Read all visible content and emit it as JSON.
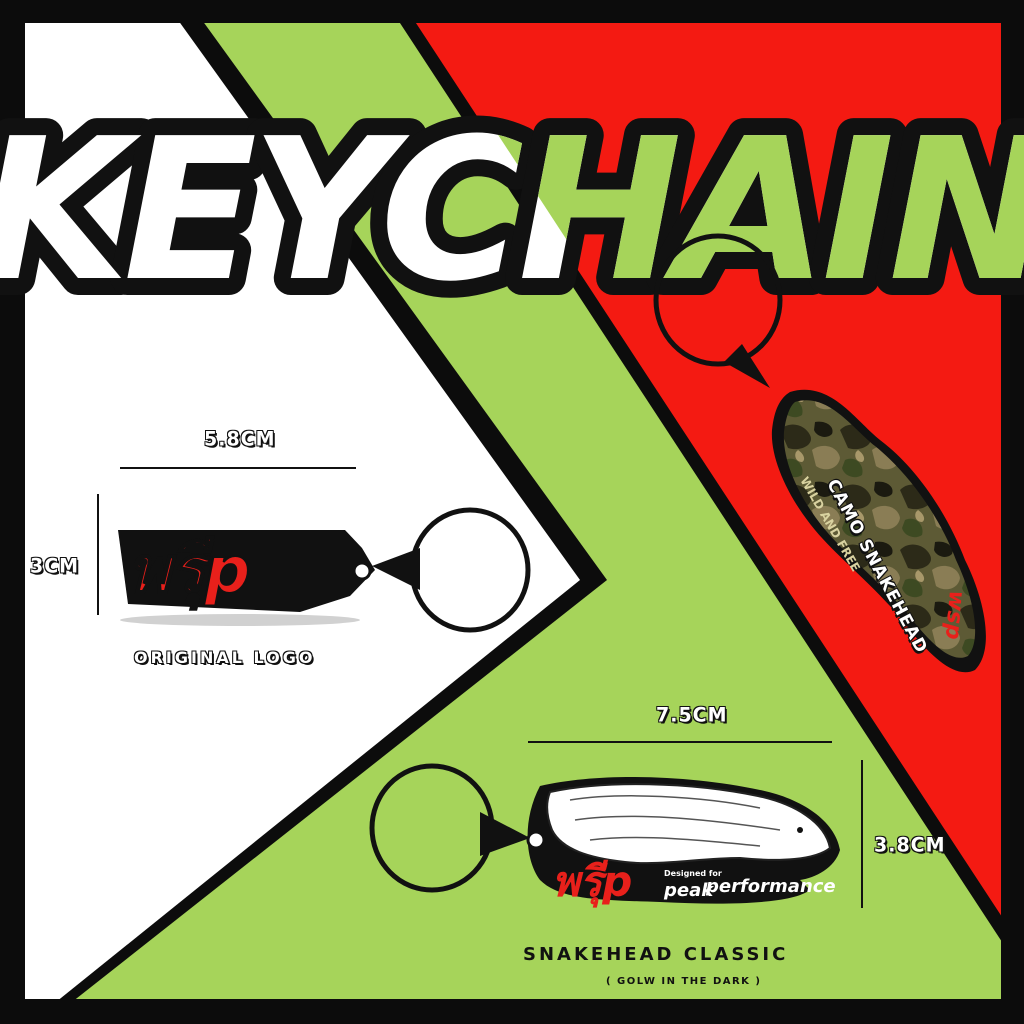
{
  "header": {
    "title": "KEYCHAIN"
  },
  "colors": {
    "white": "#ffffff",
    "green": "#a6d45a",
    "red": "#f41a12",
    "border": "#0c0c0c",
    "logo_red": "#e8201b"
  },
  "original": {
    "width_label": "5.8CM",
    "height_label": "3CM",
    "logo_text": "พรีุ่p",
    "caption": "ORIGINAL LOGO"
  },
  "camo": {
    "caption": "CAMO SNAKEHEAD",
    "side_text": "WILD AND FREE",
    "brand": "wsp"
  },
  "classic": {
    "width_label": "7.5CM",
    "height_label": "3.8CM",
    "brand": "พรีุ่p",
    "tagline_small": "Designed for",
    "tagline_peak": "peak",
    "tagline_perf": "performance",
    "caption": "SNAKEHEAD CLASSIC",
    "sub_caption": "( GOLW IN THE DARK )"
  }
}
